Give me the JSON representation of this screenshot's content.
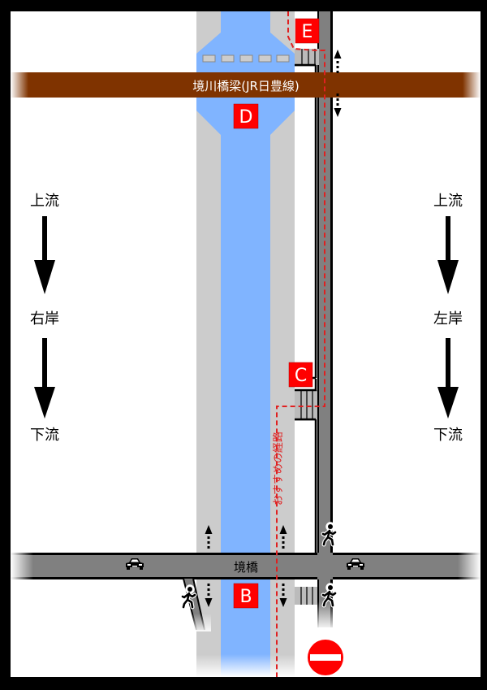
{
  "map": {
    "railway_bridge_label": "境川橋梁(JR日豊線)",
    "road_bridge_label": "境橋",
    "recommended_route_label": "おすすめの経路",
    "points": [
      {
        "id": "E",
        "label": "E"
      },
      {
        "id": "D",
        "label": "D"
      },
      {
        "id": "C",
        "label": "C"
      },
      {
        "id": "B",
        "label": "B"
      }
    ],
    "left_side": {
      "top": "上流",
      "middle": "右岸",
      "bottom": "下流"
    },
    "right_side": {
      "top": "上流",
      "middle": "左岸",
      "bottom": "下流"
    },
    "colors": {
      "water": "#80b4ff",
      "bank": "#cccccc",
      "road": "#808080",
      "railway": "#7f3300",
      "marker": "#ff0000",
      "route": "#e02020"
    },
    "icons": {
      "car": "car-icon",
      "pedestrian": "pedestrian-icon",
      "no_entry": "no-entry-sign-icon",
      "flow_arrow": "arrow-down-icon"
    }
  }
}
